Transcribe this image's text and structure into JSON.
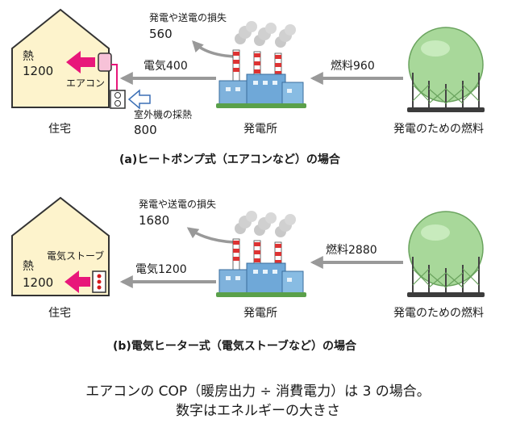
{
  "panel_a": {
    "house_label": "住宅",
    "heat_label": "熱",
    "heat_value": "1200",
    "device_label": "エアコン",
    "outdoor_label": "室外機の採熱",
    "outdoor_value": "800",
    "electricity_label": "電気400",
    "loss_label": "発電や送電の損失",
    "loss_value": "560",
    "plant_label": "発電所",
    "fuel_label": "燃料960",
    "tank_label": "発電のための燃料",
    "caption": "(a)ヒートポンプ式（エアコンなど）の場合"
  },
  "panel_b": {
    "house_label": "住宅",
    "heat_label": "熱",
    "heat_value": "1200",
    "device_label": "電気ストーブ",
    "electricity_label": "電気1200",
    "loss_label": "発電や送電の損失",
    "loss_value": "1680",
    "plant_label": "発電所",
    "fuel_label": "燃料2880",
    "tank_label": "発電のための燃料",
    "caption": "(b)電気ヒーター式（電気ストーブなど）の場合"
  },
  "footer": {
    "line1": "エアコンの COP（暖房出力 ÷ 消費電力）は 3 の場合。",
    "line2": "数字はエネルギーの大きさ"
  },
  "colors": {
    "house_fill": "#fdf3cc",
    "heat_arrow": "#e8177a",
    "flow_arrow": "#999999",
    "tank_green": "#a8d89a",
    "plant_blue": "#6fa8d8"
  }
}
